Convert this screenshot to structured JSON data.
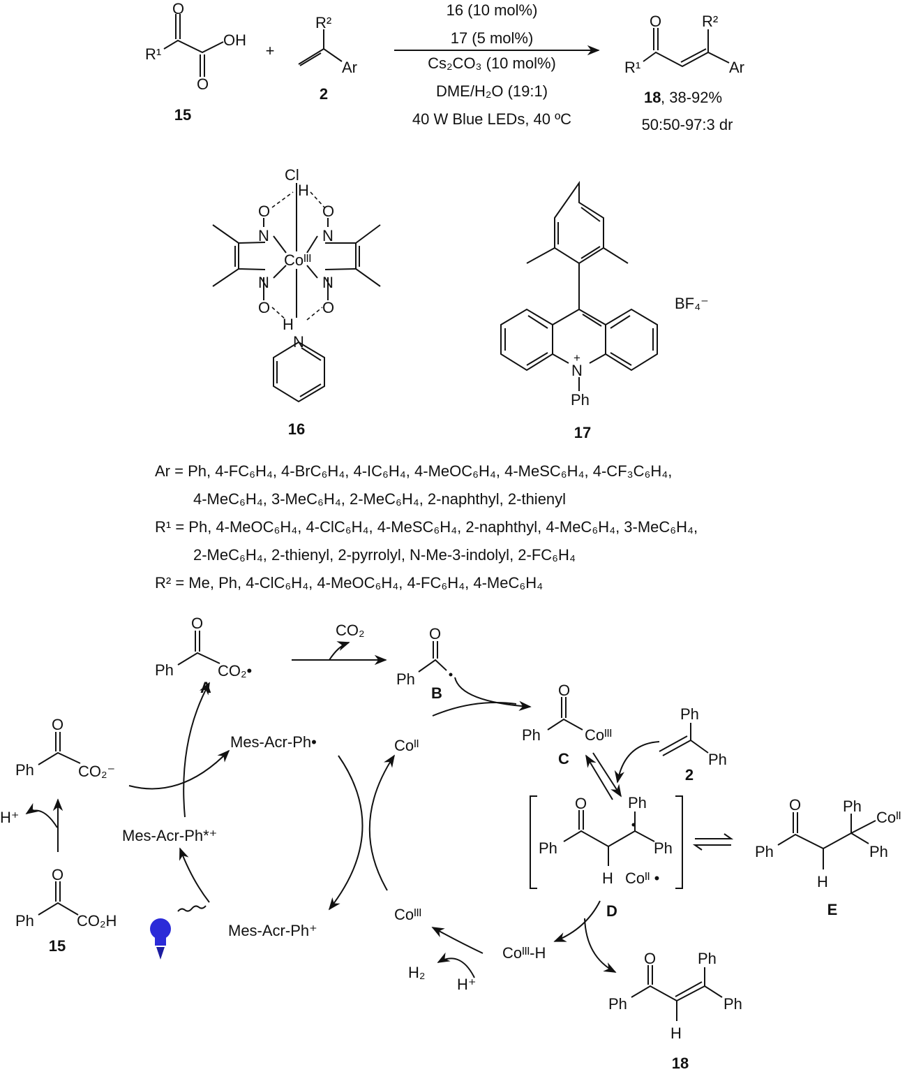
{
  "reaction": {
    "reactant1_label": "15",
    "reactant2_label": "2",
    "plus": "+",
    "r1": "R¹",
    "r2": "R²",
    "ar": "Ar",
    "o": "O",
    "oh": "OH",
    "conditions": [
      "16 (10 mol%)",
      "17 (5 mol%)",
      "Cs₂CO₃ (10 mol%)",
      "DME/H₂O (19:1)",
      "40 W Blue LEDs, 40 ºC"
    ],
    "product_label": "18",
    "product_yield": ", 38-92%",
    "product_dr": "50:50-97:3 dr"
  },
  "catalysts": {
    "cat16_label": "16",
    "cat17_label": "17",
    "cl": "Cl",
    "h": "H",
    "n": "N",
    "co": "Coᴵᴵᴵ",
    "nplus": "N",
    "plus": "+",
    "ph": "Ph",
    "counterion": "BF₄⁻"
  },
  "scope": [
    "Ar = Ph, 4-FC₆H₄, 4-BrC₆H₄, 4-IC₆H₄, 4-MeOC₆H₄, 4-MeSC₆H₄, 4-CF₃C₆H₄,",
    "4-MeC₆H₄, 3-MeC₆H₄, 2-MeC₆H₄, 2-naphthyl, 2-thienyl",
    "R¹ = Ph, 4-MeOC₆H₄, 4-ClC₆H₄, 4-MeSC₆H₄, 2-naphthyl, 4-MeC₆H₄, 3-MeC₆H₄,",
    "2-MeC₆H₄, 2-thienyl, 2-pyrrolyl, N-Me-3-indolyl, 2-FC₆H₄",
    "R² = Me, Ph, 4-ClC₆H₄, 4-MeOC₆H₄, 4-FC₆H₄, 4-MeC₆H₄"
  ],
  "mechanism": {
    "ph": "Ph",
    "o": "O",
    "h": "H",
    "co2_radical": "CO₂•",
    "co2_released": "CO₂",
    "carboxylate": "CO₂⁻",
    "co2h": "CO₂H",
    "co2": "Co²",
    "coII": "Coᴵᴵ",
    "coIII": "Coᴵᴵᴵ",
    "coII_radical": "Coᴵᴵ •",
    "coIII_h": "Coᴵᴵᴵ-H",
    "h_plus": "H⁺",
    "h2": "H₂",
    "acr_radical": "Mes-Acr-Ph•",
    "acr_excited": "Mes-Acr-Ph*⁺",
    "acr_ground": "Mes-Acr-Ph⁺",
    "labels": {
      "A": "A",
      "B": "B",
      "C": "C",
      "D": "D",
      "E": "E",
      "two": "2",
      "fifteen": "15",
      "eighteen": "18"
    }
  },
  "colors": {
    "bulb": "#2b2bd8"
  }
}
